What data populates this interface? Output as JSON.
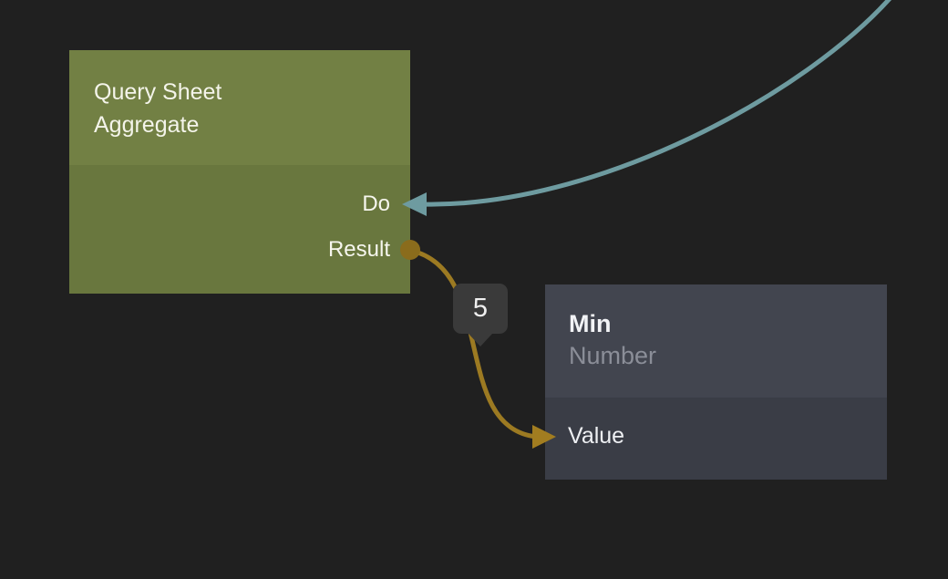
{
  "canvas": {
    "background": "#202020"
  },
  "graph": {
    "nodes": [
      {
        "id": "query-sheet-aggregate",
        "title": "Query Sheet Aggregate",
        "header_color": "#728044",
        "body_color": "#69773e",
        "title_color": "#f4f4ea",
        "ports": [
          {
            "label": "Do",
            "direction": "input",
            "kind": "exec"
          },
          {
            "label": "Result",
            "direction": "output",
            "kind": "number"
          }
        ]
      },
      {
        "id": "min",
        "title": "Min",
        "subtitle": "Number",
        "header_color": "#42454f",
        "body_color": "#3a3d46",
        "title_color": "#f2f3f6",
        "subtitle_color": "#8b8e98",
        "ports": [
          {
            "label": "Value",
            "direction": "input",
            "kind": "number"
          }
        ]
      }
    ],
    "wires": [
      {
        "id": "exec-wire",
        "color": "#6e9ba0",
        "from": "offscreen-top-right",
        "to": "Query Sheet Aggregate / Do"
      },
      {
        "id": "number-wire",
        "color": "#9c7a22",
        "arrow_color": "#a27d20",
        "dot_color": "#8a6c1c",
        "from": "Query Sheet Aggregate / Result",
        "to": "Min / Value",
        "value_label": "5"
      }
    ],
    "value_badge": {
      "text": "5",
      "background": "#3a3a3a",
      "text_color": "#f0f0f0"
    }
  }
}
